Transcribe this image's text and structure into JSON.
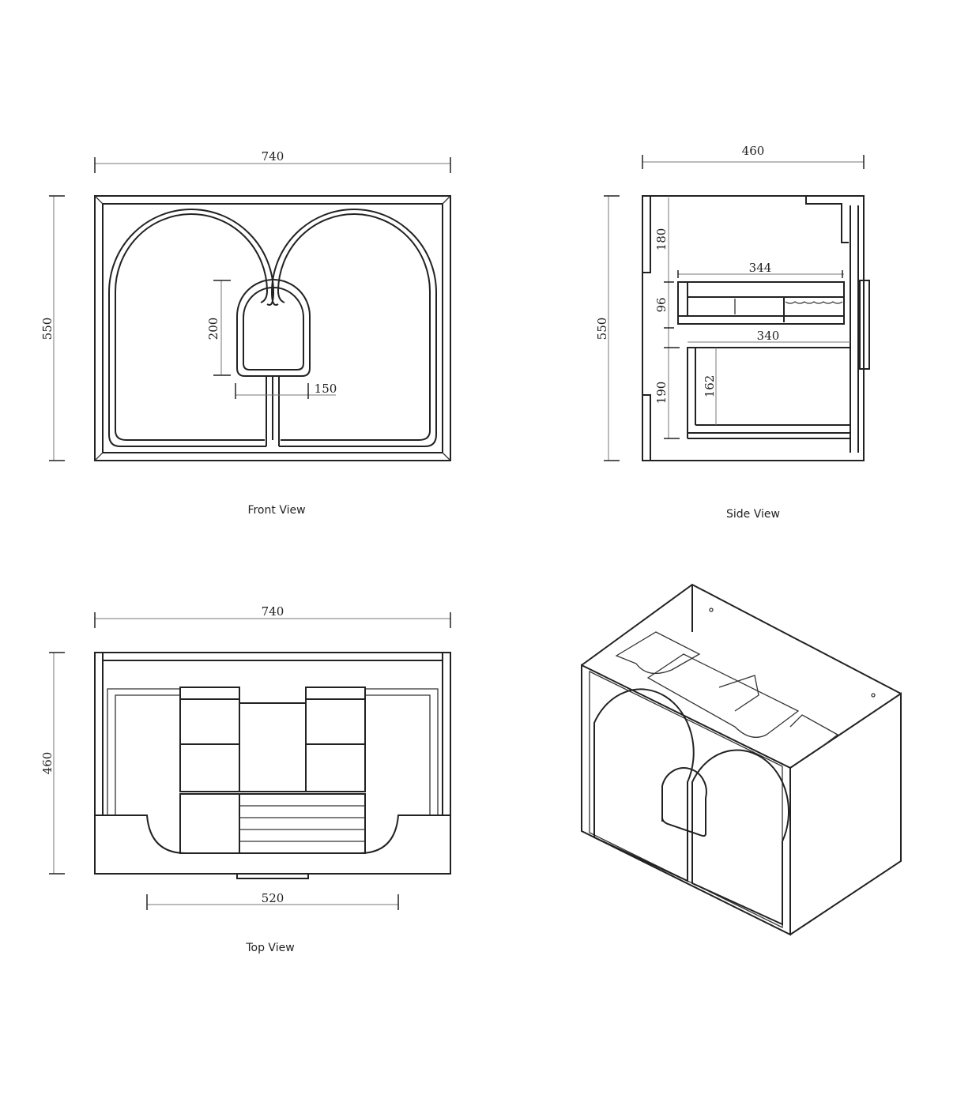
{
  "front_view": {
    "title": "Front View",
    "width": "740",
    "height": "550",
    "handle_height": "200",
    "handle_width": "150"
  },
  "side_view": {
    "title": "Side View",
    "depth": "460",
    "height": "550",
    "top_gap": "180",
    "drawer_height": "96",
    "drawer_depth": "344",
    "shelf_depth": "340",
    "bottom_gap": "190",
    "lower_inner_height": "162"
  },
  "top_view": {
    "title": "Top View",
    "width": "740",
    "depth": "460",
    "basin_width": "520"
  },
  "iso_view": {}
}
